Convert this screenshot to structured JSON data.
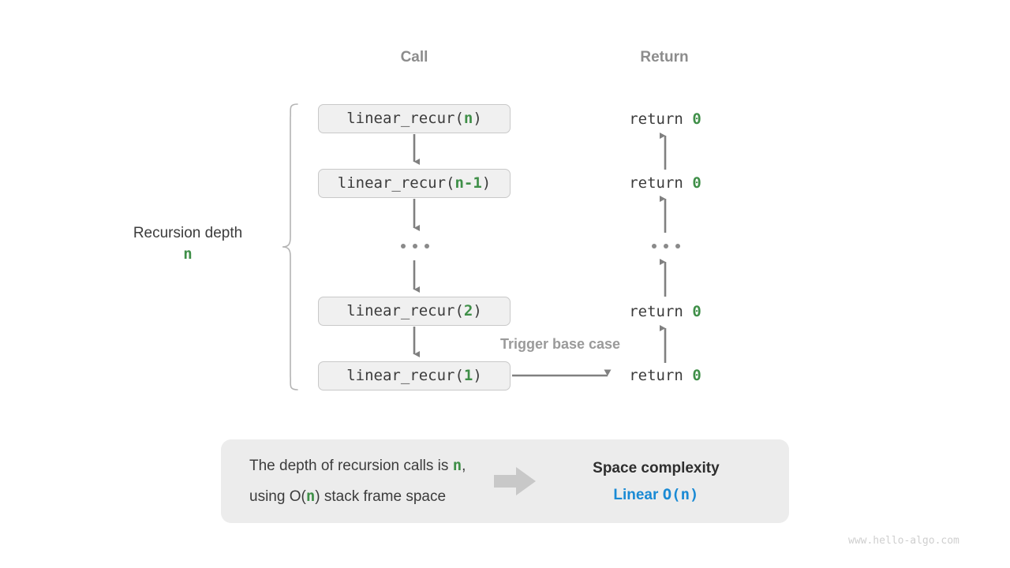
{
  "diagram": {
    "title_watermark": "www.hello-algo.com",
    "columns": {
      "call_header": "Call",
      "return_header": "Return"
    },
    "brace": {
      "label_line1": "Recursion depth",
      "label_line2": "n"
    },
    "call_stack": [
      {
        "prefix": "linear_recur(",
        "arg": "n",
        "suffix": ")"
      },
      {
        "prefix": "linear_recur(",
        "arg": "n-1",
        "suffix": ")"
      },
      {
        "ellipsis": "..."
      },
      {
        "prefix": "linear_recur(",
        "arg": "2",
        "suffix": ")"
      },
      {
        "prefix": "linear_recur(",
        "arg": "1",
        "suffix": ")"
      }
    ],
    "returns": [
      {
        "text": "return ",
        "value": "0"
      },
      {
        "text": "return ",
        "value": "0"
      },
      {
        "ellipsis": "..."
      },
      {
        "text": "return ",
        "value": "0"
      },
      {
        "text": "return ",
        "value": "0"
      }
    ],
    "trigger_caption": "Trigger base case",
    "info": {
      "line1_a": "The depth of recursion calls is ",
      "line1_n": "n",
      "line1_b": ",",
      "line2_a": "using O(",
      "line2_n": "n",
      "line2_b": ") stack frame space",
      "result_title": "Space complexity",
      "result_value_word": "Linear",
      "result_value_mono": "O(n)"
    },
    "colors": {
      "accent_green": "#3f8f48",
      "accent_blue": "#1a8ad4",
      "box_fill": "#f0f0f0",
      "box_border": "#c9c9c9",
      "panel_fill": "#ececec",
      "arrow_gray": "#808080",
      "muted_gray": "#8c8c8c"
    }
  }
}
